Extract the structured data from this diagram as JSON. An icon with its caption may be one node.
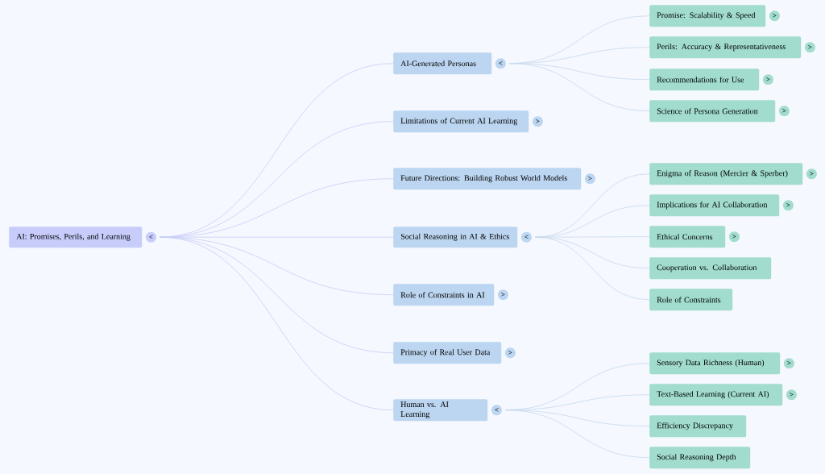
{
  "diagram": {
    "nodes": [
      {
        "text": [
          "AI: Promises, Perils, and Learning"
        ],
        "beside": [
          "<"
        ]
      },
      {
        "text": [
          "AI-Generated Personas"
        ],
        "beside": [
          "<"
        ]
      },
      {
        "text": [
          "Limitations of Current AI Learning"
        ],
        "beside": [
          ">"
        ]
      },
      {
        "text": [
          "Future Directions: Building Robust World Models"
        ],
        "beside": [
          ">"
        ]
      },
      {
        "text": [
          "Social Reasoning in AI & Ethics"
        ],
        "beside": [
          "<"
        ]
      },
      {
        "text": [
          "Role of Constraints in AI"
        ],
        "beside": [
          ">"
        ]
      },
      {
        "text": [
          "Primacy of Real User Data"
        ],
        "beside": [
          ">"
        ]
      },
      {
        "text": [
          "Human vs. AI Learning"
        ],
        "beside": [
          "<"
        ]
      },
      {
        "text": [
          "Promise: Scalability & Speed"
        ],
        "beside": [
          ">"
        ]
      },
      {
        "text": [
          "Perils: Accuracy & Representativeness"
        ],
        "beside": [
          ">"
        ]
      },
      {
        "text": [
          "Recommendations for Use"
        ],
        "beside": [
          ">"
        ]
      },
      {
        "text": [
          "Science of Persona Generation"
        ],
        "beside": [
          ">"
        ]
      },
      {
        "text": [
          "Enigma of Reason (Mercier & Sperber)"
        ],
        "beside": [
          ">"
        ]
      },
      {
        "text": [
          "Implications for AI Collaboration"
        ],
        "beside": [
          ">"
        ]
      },
      {
        "text": [
          "Ethical Concerns"
        ],
        "beside": [
          ">"
        ]
      },
      {
        "text": [
          "Cooperation vs. Collaboration"
        ]
      },
      {
        "text": [
          "Role of Constraints"
        ]
      },
      {
        "text": [
          "Sensory Data Richness (Human)"
        ],
        "beside": [
          ">"
        ]
      },
      {
        "text": [
          "Text-Based Learning (Current AI)"
        ],
        "beside": [
          ">"
        ]
      },
      {
        "text": [
          "Efficiency Discrepancy"
        ]
      },
      {
        "text": [
          "Social Reasoning Depth"
        ]
      }
    ],
    "edges": [
      {
        "from": 0,
        "to": 1,
        "arrow": "none",
        "color": "#c8cdf8"
      },
      {
        "from": 0,
        "to": 2,
        "arrow": "none",
        "color": "#c8cdf8"
      },
      {
        "from": 0,
        "to": 3,
        "arrow": "none",
        "color": "#c8cdf8"
      },
      {
        "from": 0,
        "to": 4,
        "arrow": "none",
        "color": "#c8cdf8"
      },
      {
        "from": 0,
        "to": 5,
        "arrow": "none",
        "color": "#c8cdf8"
      },
      {
        "from": 0,
        "to": 6,
        "arrow": "none",
        "color": "#c8cdf8"
      },
      {
        "from": 0,
        "to": 7,
        "arrow": "none",
        "color": "#c8cdf8"
      },
      {
        "from": 1,
        "to": 8,
        "arrow": "none"
      },
      {
        "from": 1,
        "to": 9,
        "arrow": "none"
      },
      {
        "from": 1,
        "to": 10,
        "arrow": "none"
      },
      {
        "from": 1,
        "to": 11,
        "arrow": "none"
      },
      {
        "from": 4,
        "to": 12,
        "arrow": "none"
      },
      {
        "from": 4,
        "to": 13,
        "arrow": "none"
      },
      {
        "from": 4,
        "to": 14,
        "arrow": "none"
      },
      {
        "from": 4,
        "to": 15,
        "arrow": "none"
      },
      {
        "from": 4,
        "to": 16,
        "arrow": "none"
      },
      {
        "from": 7,
        "to": 17,
        "arrow": "none"
      },
      {
        "from": 7,
        "to": 18,
        "arrow": "none"
      },
      {
        "from": 7,
        "to": 19,
        "arrow": "none"
      },
      {
        "from": 7,
        "to": 20,
        "arrow": "none"
      }
    ]
  }
}
